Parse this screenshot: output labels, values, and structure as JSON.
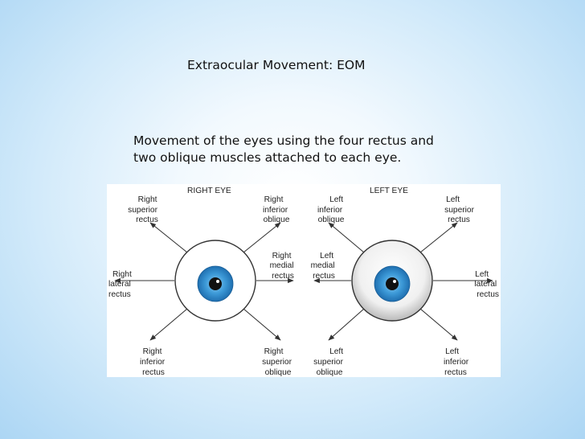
{
  "slide": {
    "title": "Extraocular Movement: EOM",
    "body_line1": "Movement of the eyes using the four rectus and",
    "body_line2": "two oblique muscles attached to each eye."
  },
  "figure": {
    "right_eye": {
      "header": "RIGHT EYE",
      "superior_rectus": [
        "Right",
        "superior",
        "rectus"
      ],
      "inferior_oblique": [
        "Right",
        "inferior",
        "oblique"
      ],
      "medial_rectus": [
        "Right",
        "medial",
        "rectus"
      ],
      "lateral_rectus": [
        "Right",
        "lateral",
        "rectus"
      ],
      "inferior_rectus": [
        "Right",
        "inferior",
        "rectus"
      ],
      "superior_oblique": [
        "Right",
        "superior",
        "oblique"
      ]
    },
    "left_eye": {
      "header": "LEFT EYE",
      "inferior_oblique": [
        "Left",
        "inferior",
        "oblique"
      ],
      "superior_rectus": [
        "Left",
        "superior",
        "rectus"
      ],
      "medial_rectus": [
        "Left",
        "medial",
        "rectus"
      ],
      "lateral_rectus": [
        "Left",
        "lateral",
        "rectus"
      ],
      "superior_oblique": [
        "Left",
        "superior",
        "oblique"
      ],
      "inferior_rectus": [
        "Left",
        "inferior",
        "rectus"
      ]
    },
    "colors": {
      "iris": "#3d9ad8",
      "iris_dark": "#1f6fb0",
      "pupil": "#111111",
      "arrow": "#333333"
    }
  }
}
